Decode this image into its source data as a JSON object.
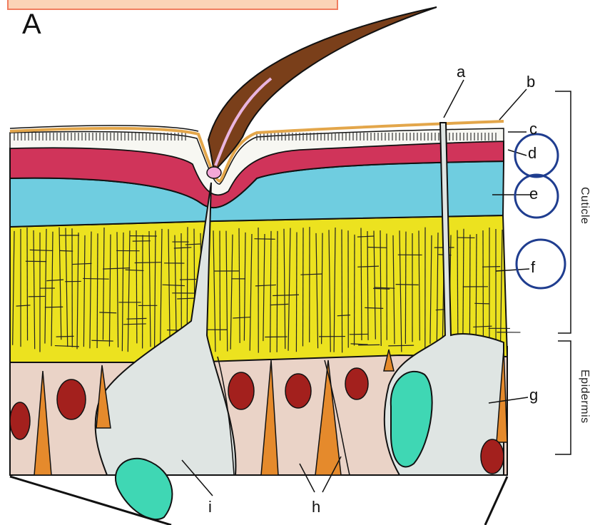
{
  "figure": {
    "panel_label": "A",
    "part_labels": [
      "a",
      "b",
      "c",
      "d",
      "e",
      "f",
      "g",
      "h",
      "i"
    ],
    "region_labels": {
      "cuticle": "Cuticle",
      "epidermis": "Epidermis"
    },
    "highlighted_labels": [
      "d",
      "e",
      "f"
    ],
    "colors": {
      "hair": "#7a3f1a",
      "epicuticle": "#e3a64a",
      "exocuticle": "#d0345a",
      "mesocuticle": "#6fcde0",
      "endocuticle": "#ece21f",
      "epidermis": "#ead3c7",
      "socket_cell": "#dfe5e3",
      "nucleus": "#a3201d",
      "spindle": "#e58a2c",
      "vacuole": "#3fd7b4",
      "circle": "#1f3d8f",
      "title_box": "#fbd3b7"
    }
  }
}
